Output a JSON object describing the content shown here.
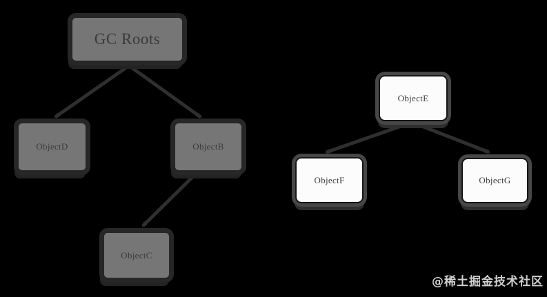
{
  "diagram": {
    "nodes": [
      {
        "id": "gc-roots",
        "label": "GC Roots",
        "variant": "gray"
      },
      {
        "id": "objectD",
        "label": "ObjectD",
        "variant": "gray"
      },
      {
        "id": "objectB",
        "label": "ObjectB",
        "variant": "gray"
      },
      {
        "id": "objectC",
        "label": "ObjectC",
        "variant": "gray"
      },
      {
        "id": "objectE",
        "label": "ObjectE",
        "variant": "white"
      },
      {
        "id": "objectF",
        "label": "ObjectF",
        "variant": "white"
      },
      {
        "id": "objectG",
        "label": "ObjectG",
        "variant": "white"
      }
    ],
    "edges": [
      {
        "from": "GC Roots",
        "to": "ObjectD"
      },
      {
        "from": "GC Roots",
        "to": "ObjectB"
      },
      {
        "from": "ObjectB",
        "to": "ObjectC"
      },
      {
        "from": "ObjectE",
        "to": "ObjectF"
      },
      {
        "from": "ObjectE",
        "to": "ObjectG"
      }
    ],
    "colors": {
      "background": "#000000",
      "gray_node_fill": "#767676",
      "gray_node_text": "#3a3a3a",
      "white_node_fill": "#fcfcfc",
      "white_node_text": "#3d3d3d",
      "edge": "#2f2f2f"
    }
  },
  "watermark": {
    "text": "@稀土掘金技术社区"
  }
}
